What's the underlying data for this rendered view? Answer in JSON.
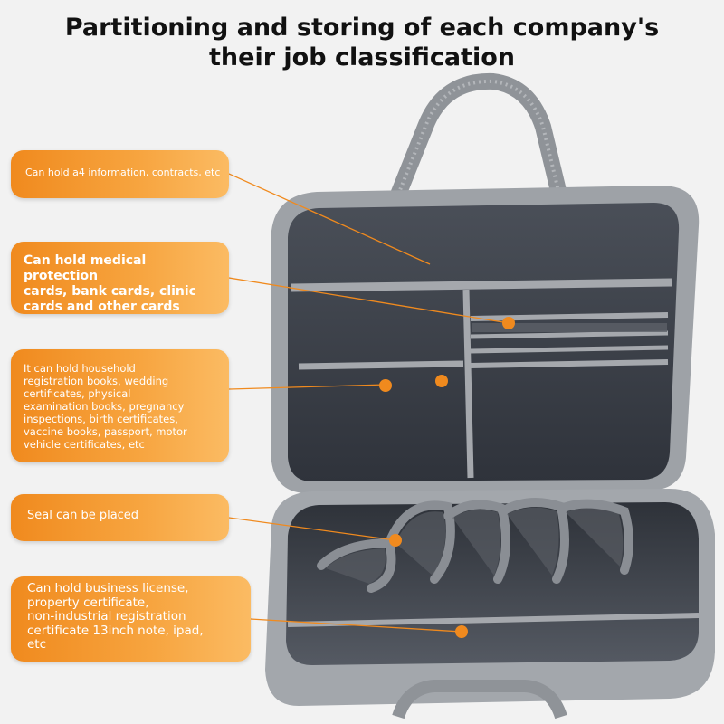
{
  "title": {
    "line1": "Partitioning and storing of each company's",
    "line2": "their job classification"
  },
  "callouts": [
    {
      "lines": [
        "Can hold a4 information, contracts, etc"
      ]
    },
    {
      "lines": [
        "Can hold medical protection",
        "cards, bank cards, clinic",
        "cards and other cards"
      ]
    },
    {
      "lines": [
        "It can hold household",
        "registration books, wedding",
        "certificates, physical",
        "examination books, pregnancy",
        "inspections, birth certificates,",
        "vaccine books, passport, motor",
        "vehicle certificates, etc"
      ]
    },
    {
      "lines": [
        "Seal can be placed"
      ]
    },
    {
      "lines": [
        "Can hold business license,",
        "property certificate,",
        "non-industrial registration",
        "certificate 13inch note, ipad,",
        "etc"
      ]
    }
  ],
  "colors": {
    "callout_orange": "#f39a2c",
    "dot_orange": "#f08a1e",
    "bag_gray": "#9a9ea3",
    "lining_dark": "#3a3f48"
  }
}
